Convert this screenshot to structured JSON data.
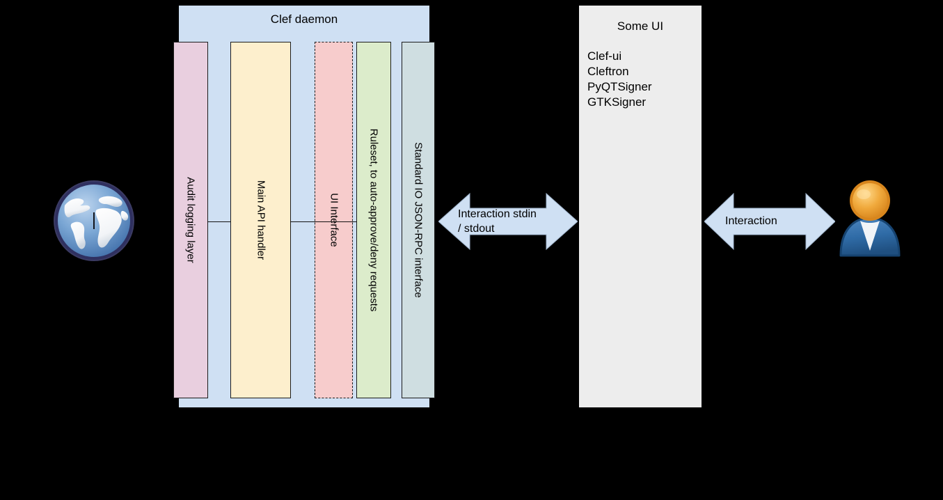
{
  "diagram": {
    "daemon": {
      "title": "Clef daemon",
      "layers": [
        {
          "id": "audit",
          "label": "Audit logging layer",
          "fill": "#e9cfdf",
          "border": "solid"
        },
        {
          "id": "api",
          "label": "Main API handler",
          "fill": "#fdefcd",
          "border": "solid"
        },
        {
          "id": "ui",
          "label": "UI Interface",
          "fill": "#f7cccc",
          "border": "dashed"
        },
        {
          "id": "ruleset",
          "label": "Ruleset, to auto-approve/deny requests",
          "fill": "#dceccb",
          "border": "solid"
        },
        {
          "id": "stdio",
          "label": "Standard IO JSON-RPC interface",
          "fill": "#cfdee1",
          "border": "solid"
        }
      ],
      "panel_fill": "#cfe0f3"
    },
    "some_ui": {
      "title": "Some UI",
      "items": [
        "Clef-ui",
        "Cleftron",
        "PyQTSigner",
        "GTKSigner"
      ],
      "fill": "#ededed"
    },
    "arrows": [
      {
        "id": "stdio-arrow",
        "label": "Interaction stdin\n/ stdout",
        "fill": "#cfe0f3"
      },
      {
        "id": "user-arrow",
        "label": "Interaction",
        "fill": "#cfe0f3"
      }
    ],
    "icons": {
      "globe": "globe-icon",
      "user": "user-icon"
    },
    "background": "#000000"
  }
}
